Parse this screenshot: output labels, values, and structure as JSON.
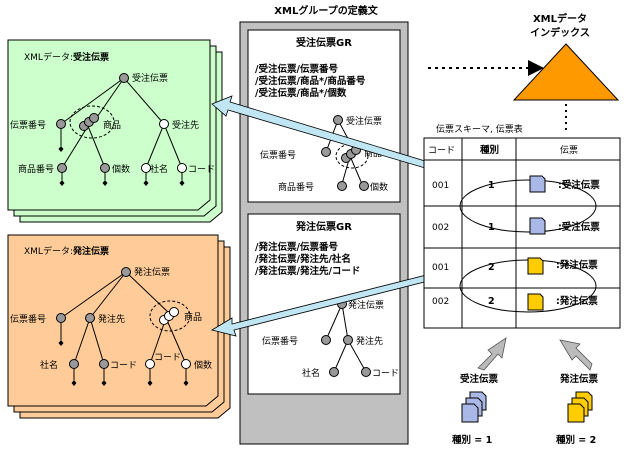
{
  "title": "XMLグループの定義文",
  "index_title_line1": "XMLデータ",
  "index_title_line2": "インデックス",
  "order_received": {
    "header_prefix": "XMLデータ:",
    "header_name": "受注伝票",
    "nodes": {
      "root": "受注伝票",
      "slip_no": "伝票番号",
      "product": "商品",
      "dest": "受注先",
      "product_no": "商品番号",
      "qty": "個数",
      "company": "社名",
      "code": "コード"
    }
  },
  "order_placed": {
    "header_prefix": "XMLデータ:",
    "header_name": "発注伝票",
    "nodes": {
      "root": "発注伝票",
      "slip_no": "伝票番号",
      "dest": "発注先",
      "product": "商品",
      "company": "社名",
      "code": "コード",
      "code2": "コード",
      "qty": "個数"
    }
  },
  "group_received": {
    "name": "受注伝票GR",
    "paths": [
      "/受注伝票/伝票番号",
      "/受注伝票/商品*/商品番号",
      "/受注伝票/商品*/個数"
    ],
    "nodes": {
      "root": "受注伝票",
      "slip_no": "伝票番号",
      "product": "商品",
      "product_no": "商品番号",
      "qty": "個数"
    }
  },
  "group_placed": {
    "name": "発注伝票GR",
    "paths": [
      "/発注伝票/伝票番号",
      "/発注伝票/発注先/社名",
      "/発注伝票/発注先/コード"
    ],
    "nodes": {
      "root": "発注伝票",
      "slip_no": "伝票番号",
      "dest": "発注先",
      "company": "社名",
      "code": "コード"
    }
  },
  "table": {
    "caption": "伝票スキーマ, 伝票表",
    "headers": [
      "コード",
      "種別",
      "伝票"
    ],
    "rows": [
      {
        "code": "001",
        "type": "1",
        "slip": ":受注伝票"
      },
      {
        "code": "002",
        "type": "1",
        "slip": ":受注伝票"
      },
      {
        "code": "001",
        "type": "2",
        "slip": ":発注伝票"
      },
      {
        "code": "002",
        "type": "2",
        "slip": ":発注伝票"
      }
    ]
  },
  "legend": {
    "received": {
      "label": "受注伝票",
      "type": "種別 = 1"
    },
    "placed": {
      "label": "発注伝票",
      "type": "種別 = 2"
    }
  },
  "colors": {
    "received_bg": "#ccffcc",
    "placed_bg": "#ffcc99",
    "group_panel": "#c0c0c0",
    "index_triangle": "#ff9900",
    "doc_blue": "#aab8e8",
    "doc_yellow": "#ffcc00",
    "arrow": "#bfe6f2"
  }
}
